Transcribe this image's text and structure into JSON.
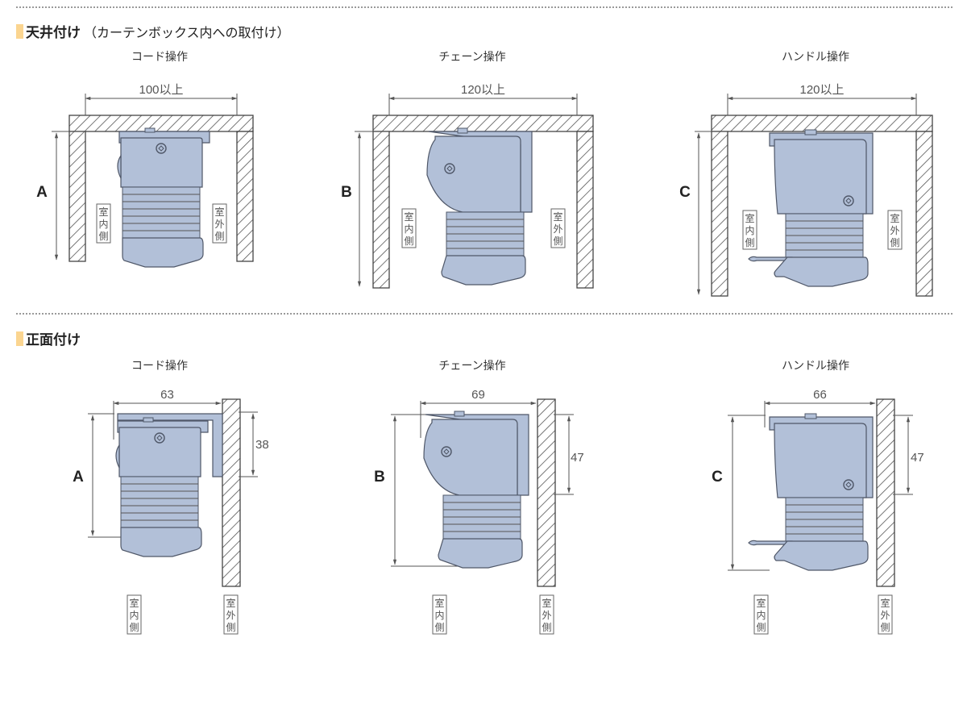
{
  "sections": [
    {
      "title": "天井付け",
      "subtitle": "（カーテンボックス内への取付け）",
      "diagrams": [
        {
          "caption": "コード操作",
          "width_dim": "100以上",
          "height_label": "A",
          "inside_label": [
            "室",
            "内",
            "側"
          ],
          "outside_label": [
            "室",
            "外",
            "側"
          ]
        },
        {
          "caption": "チェーン操作",
          "width_dim": "120以上",
          "height_label": "B",
          "inside_label": [
            "室",
            "内",
            "側"
          ],
          "outside_label": [
            "室",
            "外",
            "側"
          ]
        },
        {
          "caption": "ハンドル操作",
          "width_dim": "120以上",
          "height_label": "C",
          "inside_label": [
            "室",
            "内",
            "側"
          ],
          "outside_label": [
            "室",
            "外",
            "側"
          ]
        }
      ]
    },
    {
      "title": "正面付け",
      "subtitle": "",
      "diagrams": [
        {
          "caption": "コード操作",
          "width_dim": "63",
          "bracket_dim": "38",
          "height_label": "A",
          "inside_label": [
            "室",
            "内",
            "側"
          ],
          "outside_label": [
            "室",
            "外",
            "側"
          ]
        },
        {
          "caption": "チェーン操作",
          "width_dim": "69",
          "bracket_dim": "47",
          "height_label": "B",
          "inside_label": [
            "室",
            "内",
            "側"
          ],
          "outside_label": [
            "室",
            "外",
            "側"
          ]
        },
        {
          "caption": "ハンドル操作",
          "width_dim": "66",
          "bracket_dim": "47",
          "height_label": "C",
          "inside_label": [
            "室",
            "内",
            "側"
          ],
          "outside_label": [
            "室",
            "外",
            "側"
          ]
        }
      ]
    }
  ],
  "colors": {
    "body": "#b2c0d8",
    "outline": "#4f5768",
    "hatch": "#555555",
    "accent": "#fbd590"
  }
}
